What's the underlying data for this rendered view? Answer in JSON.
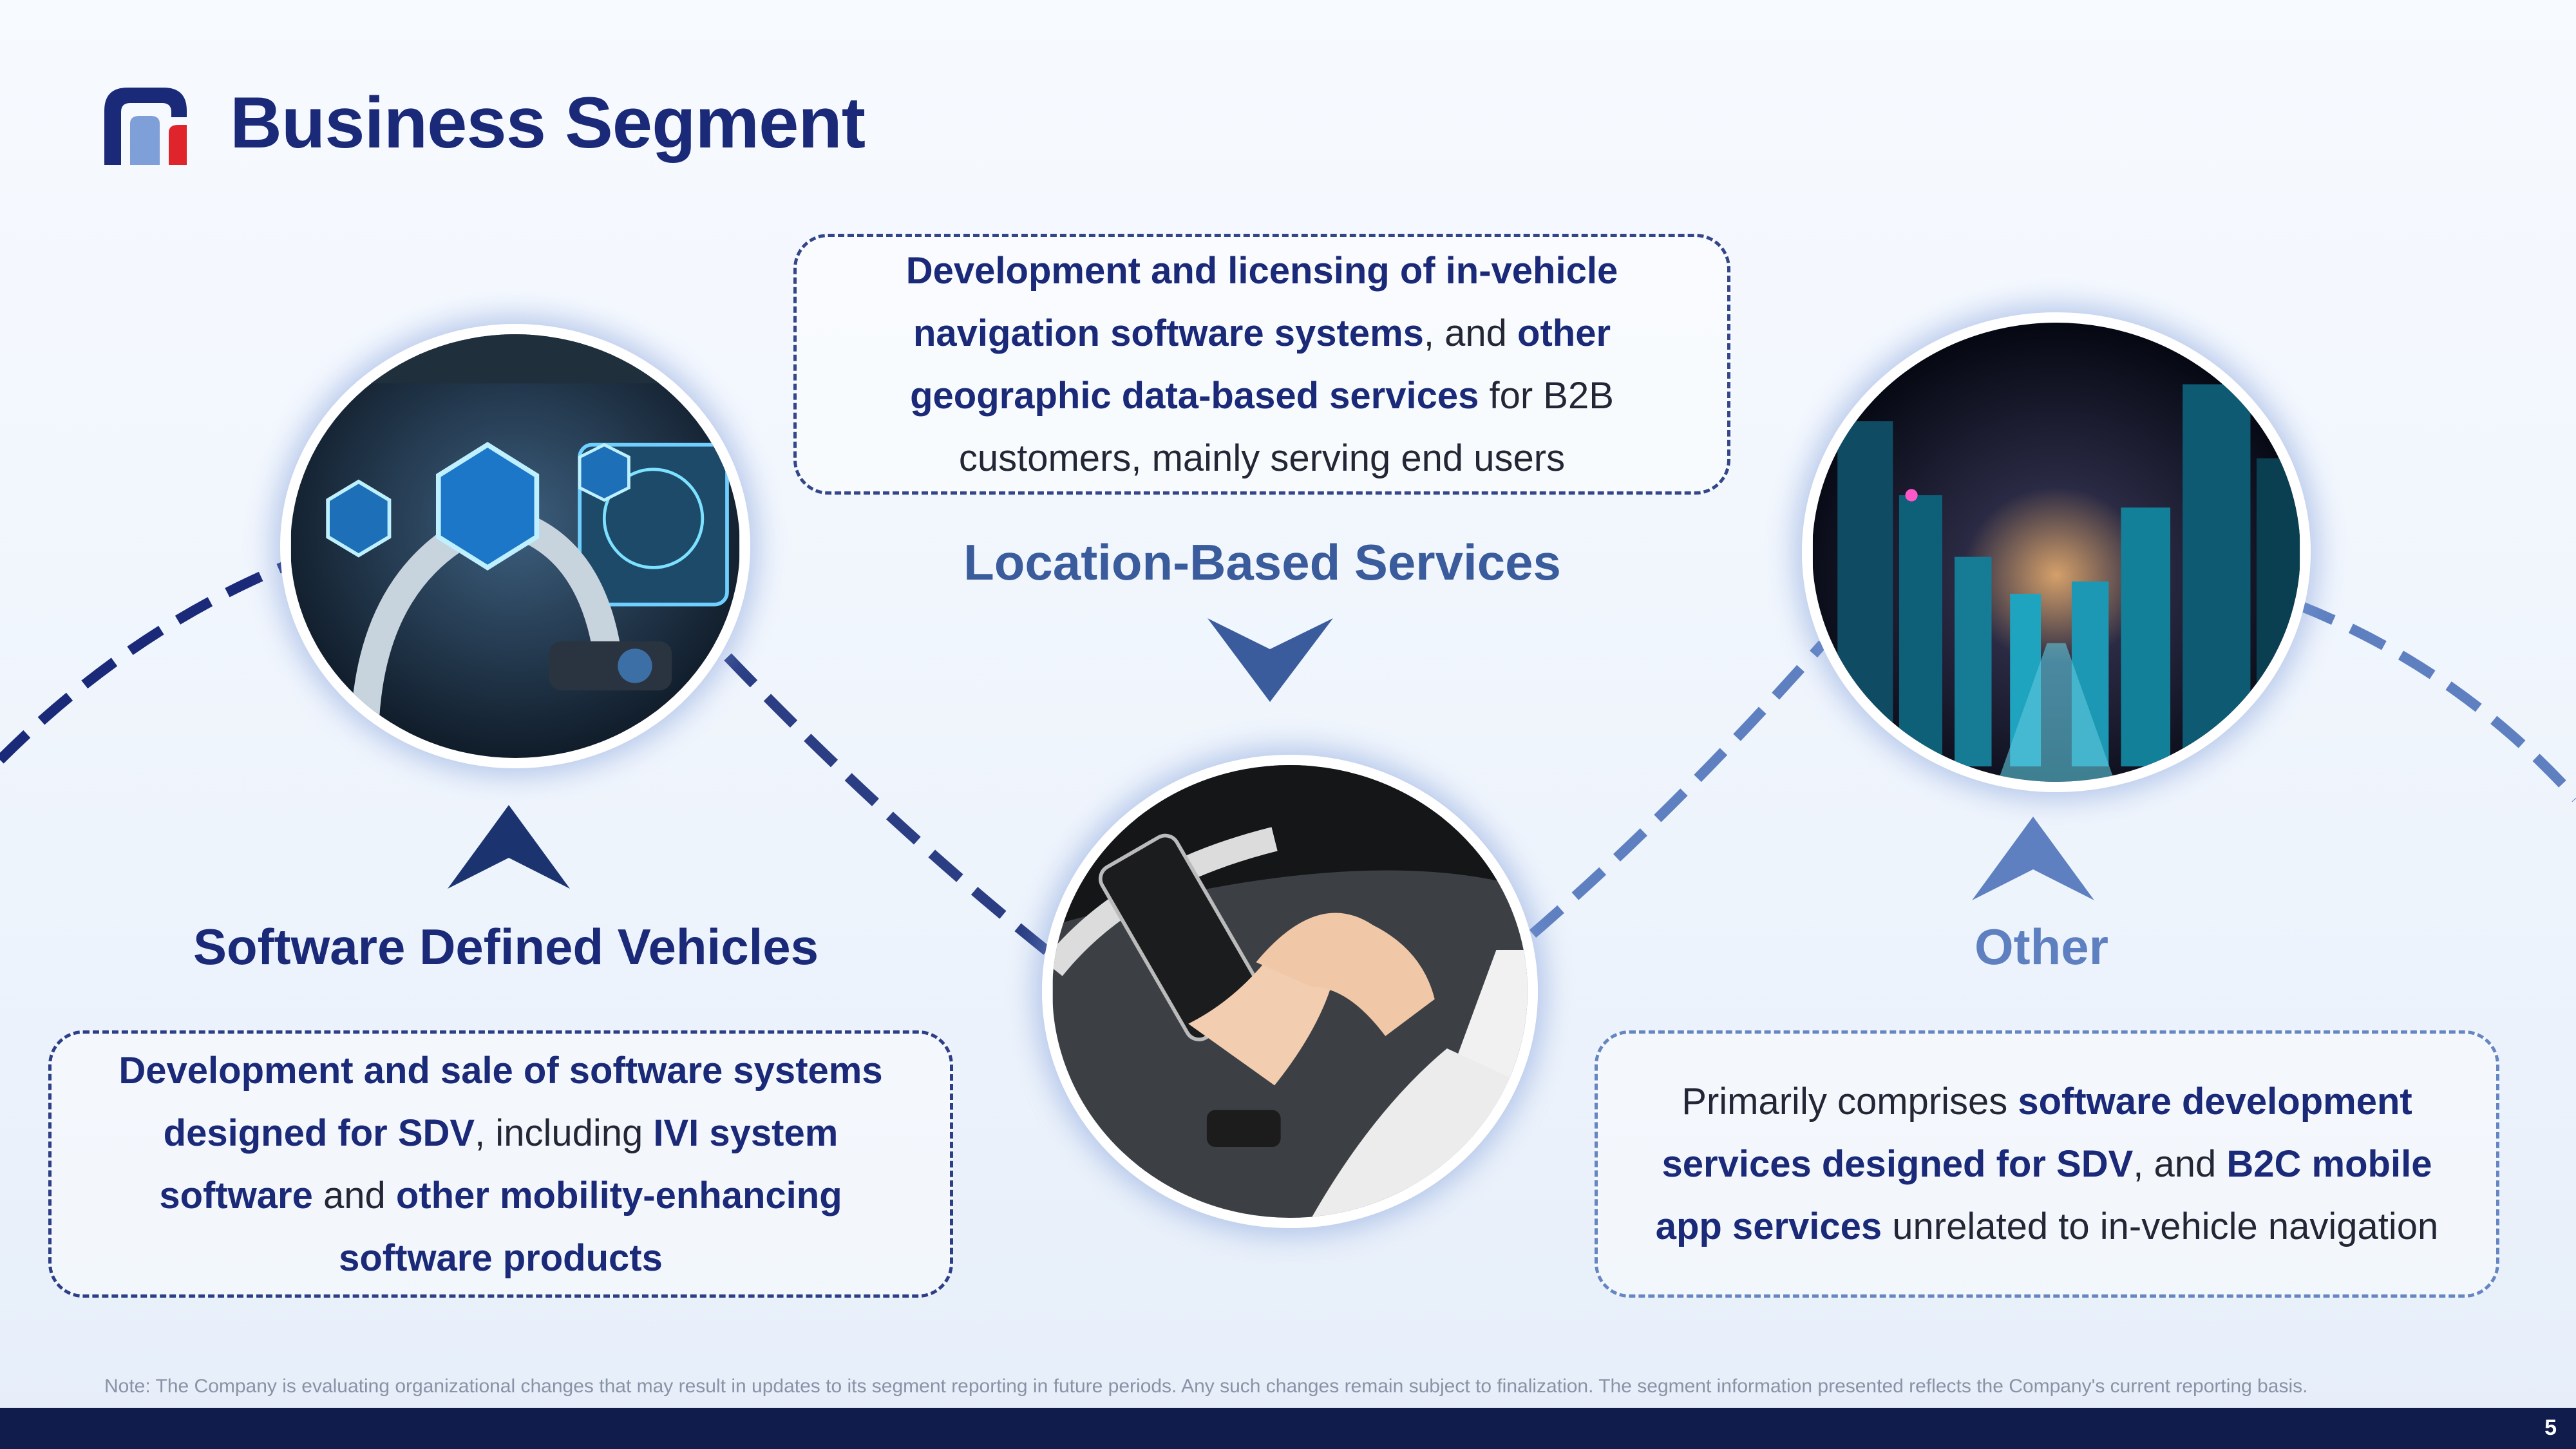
{
  "header": {
    "title": "Business Segment"
  },
  "segments": {
    "sdv": {
      "label": "Software Defined Vehicles",
      "desc": [
        {
          "t": "Development and sale of software systems designed for SDV",
          "b": true
        },
        {
          "t": ", including ",
          "b": false
        },
        {
          "t": "IVI system software",
          "b": true
        },
        {
          "t": " and ",
          "b": false
        },
        {
          "t": "other mobility-enhancing software products",
          "b": true
        }
      ]
    },
    "lbs": {
      "label": "Location-Based Services",
      "desc": [
        {
          "t": "Development and licensing of in-vehicle navigation software systems",
          "b": true
        },
        {
          "t": ", and ",
          "b": false
        },
        {
          "t": "other geographic data-based services",
          "b": true
        },
        {
          "t": " for B2B customers, mainly serving end users",
          "b": false
        }
      ]
    },
    "other": {
      "label": "Other",
      "desc": [
        {
          "t": "Primarily comprises ",
          "b": false
        },
        {
          "t": "software development services designed for SDV",
          "b": true
        },
        {
          "t": ", and ",
          "b": false
        },
        {
          "t": "B2C mobile app services",
          "b": true
        },
        {
          "t": " unrelated to in-vehicle navigation",
          "b": false
        }
      ]
    }
  },
  "images": {
    "sdv": "car-dashboard-hud-image",
    "lbs": "hands-holding-phone-in-car-image",
    "other": "futuristic-city-night-image"
  },
  "footer": {
    "note": "Note: The Company is evaluating organizational changes that may result in updates to its segment reporting in future periods. Any such changes remain subject to finalization. The segment information presented reflects the Company's current reporting basis.",
    "page": "5"
  },
  "colors": {
    "navy": "#1b2a78",
    "steel_blue": "#3a5b9c",
    "light_blue": "#5f80c0",
    "footer_bar": "#101c4c"
  }
}
